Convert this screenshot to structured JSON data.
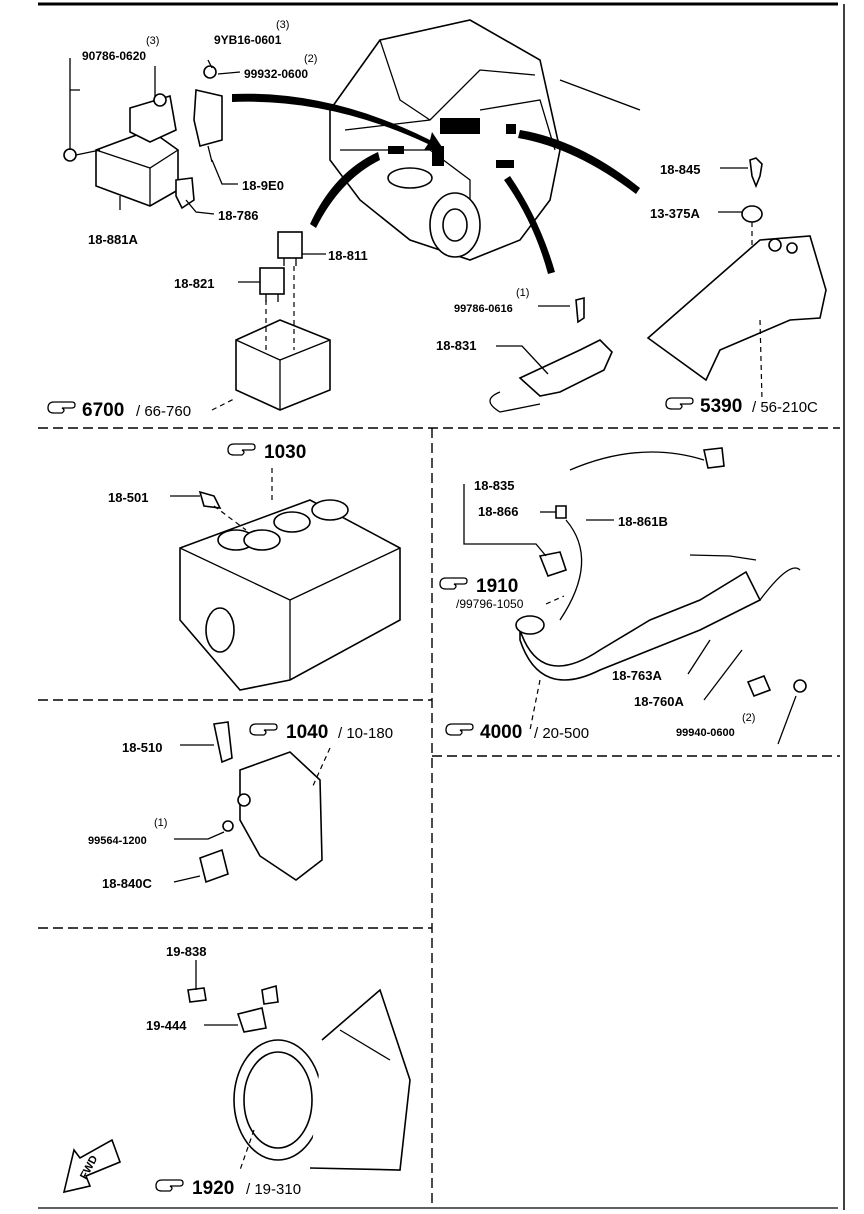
{
  "labels": {
    "p90786_0620": "90786-0620",
    "p90786_0620_qty": "(3)",
    "p9yb16": "9YB16-0601",
    "p9yb16_qty": "(3)",
    "p99932": "99932-0600",
    "p99932_qty": "(2)",
    "p18_9e0": "18-9E0",
    "p18_786": "18-786",
    "p18_881a": "18-881A",
    "p18_811": "18-811",
    "p18_821": "18-821",
    "p18_845": "18-845",
    "p13_375a": "13-375A",
    "p99786": "99786-0616",
    "p99786_qty": "(1)",
    "p18_831": "18-831",
    "p18_501": "18-501",
    "p18_835": "18-835",
    "p18_866": "18-866",
    "p18_861b": "18-861B",
    "p99796": "99796-1050",
    "p18_763a": "18-763A",
    "p18_760a": "18-760A",
    "p99940": "99940-0600",
    "p99940_qty": "(2)",
    "p18_510": "18-510",
    "p99564": "99564-1200",
    "p99564_qty": "(1)",
    "p18_840c": "18-840C",
    "p19_838": "19-838",
    "p19_444": "19-444",
    "fwd": "FWD"
  },
  "refs": {
    "r6700": {
      "num": "6700",
      "sub": "/ 66-760"
    },
    "r5390": {
      "num": "5390",
      "sub": "/ 56-210C"
    },
    "r1030": {
      "num": "1030",
      "sub": ""
    },
    "r1910": {
      "num": "1910",
      "sub": "/99796-1050"
    },
    "r4000": {
      "num": "4000",
      "sub": "/ 20-500"
    },
    "r1040": {
      "num": "1040",
      "sub": "/ 10-180"
    },
    "r1920": {
      "num": "1920",
      "sub": "/ 19-310"
    }
  },
  "icons": {
    "ref": "pointing-hand-icon"
  }
}
